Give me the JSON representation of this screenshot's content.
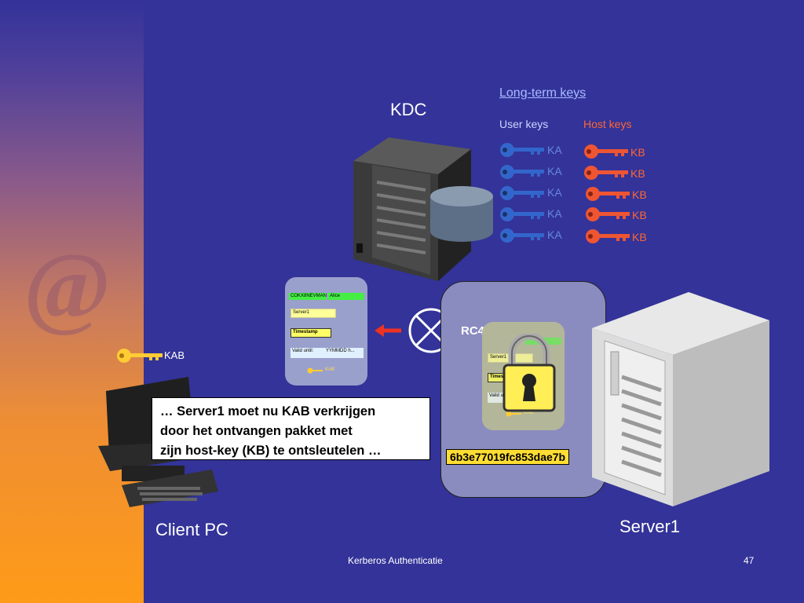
{
  "kdc_label": "KDC",
  "long_term_keys_label": "Long-term keys",
  "user_keys_label": "User keys",
  "host_keys_label": "Host keys",
  "user_keys": [
    "KA",
    "KA",
    "KA",
    "KA",
    "KA"
  ],
  "host_keys": [
    "KB",
    "KB",
    "KB",
    "KB",
    "KB"
  ],
  "client_key_label": "KAB",
  "rc4_label": "RC4",
  "caption_lines": [
    "… Server1 moet nu KAB verkrijgen",
    "door het ontvangen pakket met",
    "zijn host-key (KB) te ontsleutelen …"
  ],
  "hex_value": "6b3e77019fc853dae7b",
  "client_pc_label": "Client PC",
  "server_label": "Server1",
  "footer_title": "Kerberos Authenticatie",
  "page_number": "47",
  "ticket": {
    "encrypted_field": "COKX8NEVMANG",
    "name": "Alice",
    "server": "Server1",
    "timestamp": "Timestamp",
    "valid_until": "Valid until:",
    "valid_value": "YYMMDD h...",
    "session_key": "KAB"
  },
  "colors": {
    "user_key": "#3366cc",
    "host_key": "#ee5533",
    "client_key": "#ffcc33",
    "background": "#333399"
  }
}
